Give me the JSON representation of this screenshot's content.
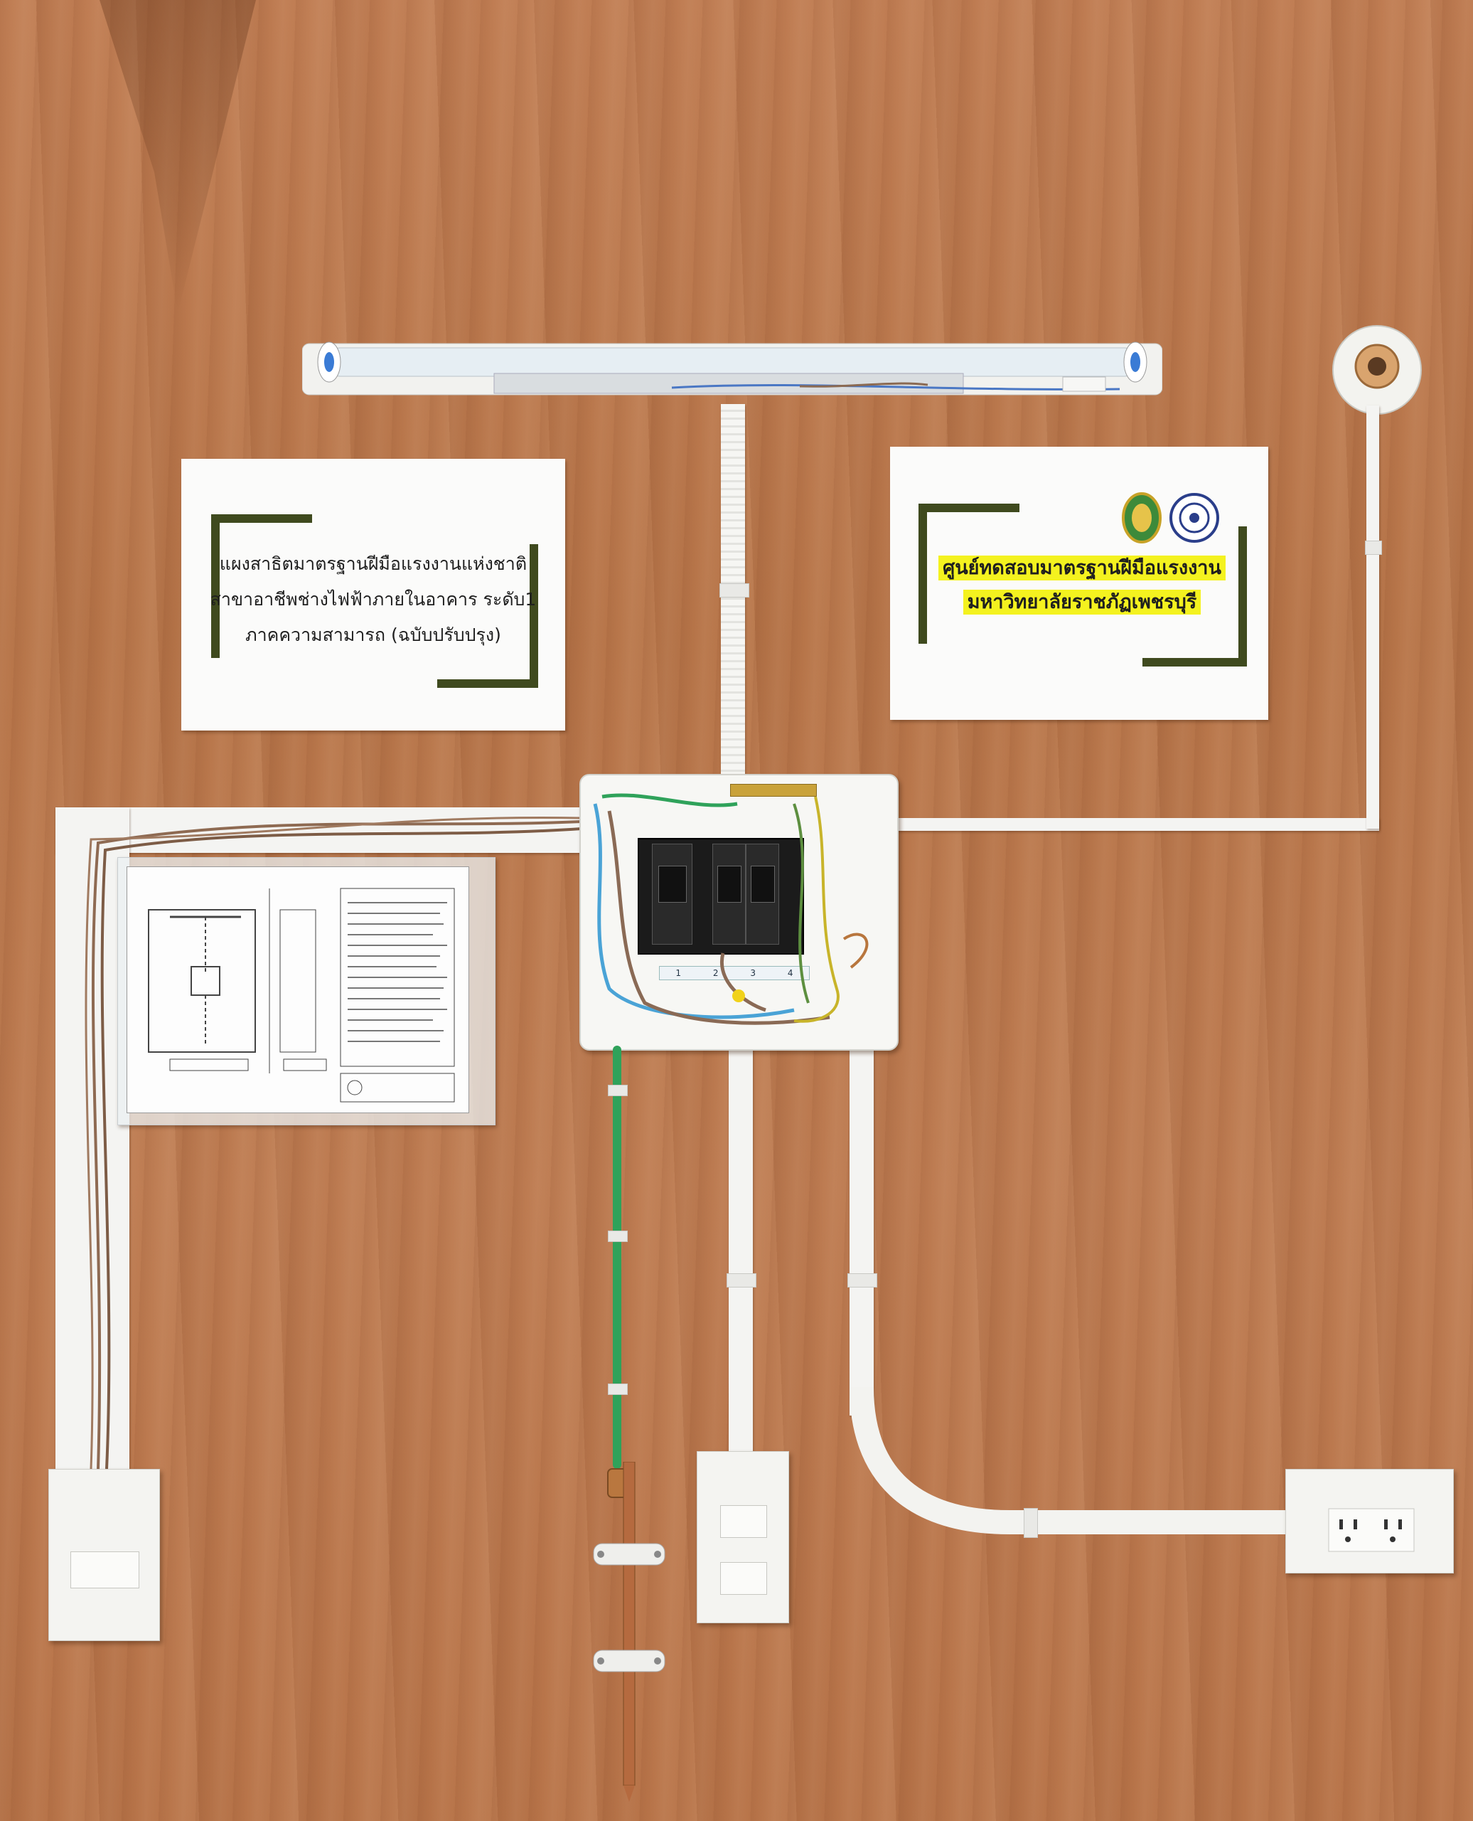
{
  "left_sign": {
    "line1": "แผงสาธิตมาตรฐานฝีมือแรงงานแห่งชาติ",
    "line2": "สาขาอาชีพช่างไฟฟ้าภายในอาคาร ระดับ1",
    "line3": "ภาคความสามารถ (ฉบับปรับปรุง)"
  },
  "right_sign": {
    "line1": "ศูนย์ทดสอบมาตรฐานฝีมือแรงงาน",
    "line2": "มหาวิทยาลัยราชภัฏเพชรบุรี"
  },
  "breaker_labels": [
    "1",
    "2",
    "3",
    "4"
  ],
  "colors": {
    "board": "#b9784f",
    "sign_frame": "#3f4a1e",
    "highlight": "#f4f21f",
    "ground_wire": "#2fa25a",
    "neutral_wire": "#4aa3d6",
    "phase_wire": "#8a6a55"
  },
  "icons": [
    "fluorescent-lamp-icon",
    "lamp-holder-icon",
    "circuit-breaker-icon",
    "wall-switch-icon",
    "power-outlet-icon",
    "ground-rod-icon",
    "university-logo-icon"
  ]
}
